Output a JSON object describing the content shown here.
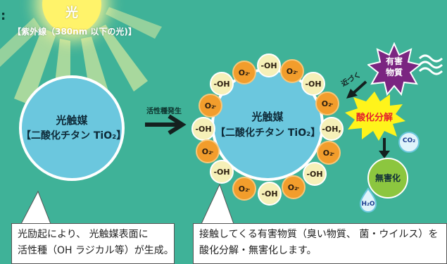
{
  "light": {
    "title": "光",
    "subtitle": "【紫外線（380nm 以下の光)】"
  },
  "colon": ":",
  "before_catalyst": {
    "line1": "光触媒",
    "line2": "【二酸化チタン TiO₂】"
  },
  "arrow_label": "活性種発生",
  "after_catalyst": {
    "line1": "光触媒",
    "line2": "【二酸化チタン TiO₂】"
  },
  "radicals": {
    "oh": "-OH",
    "o2": "O₂",
    "o2_charge": "-",
    "oh_edge": "-OH,"
  },
  "harmful": {
    "line1": "有害",
    "line2": "物質"
  },
  "approach_label": "近づく",
  "decomposition_label": "酸化分解",
  "harmless_label": "無害化",
  "co2_label": "CO₂",
  "h2o_label": "H₂O",
  "captions": {
    "left_line1": "光励起により、 光触媒表面に",
    "left_line2": "活性種（OH ラジカル等）が生成。",
    "right_line1": "接触してくる有害物質（臭い物質、 菌・ウイルス）を",
    "right_line2": "酸化分解・無害化します。"
  },
  "colors": {
    "background": "#3fb298",
    "sun": "#fff36a",
    "catalyst": "#6bc7de",
    "o2_bubble": "#f29d2c",
    "oh_bubble": "#f6f0b8",
    "harmful_star": "#7b2581",
    "decompose_burst": "#fff41b",
    "harmless_ball": "#8cc63f",
    "title_red": "#e5232b"
  }
}
